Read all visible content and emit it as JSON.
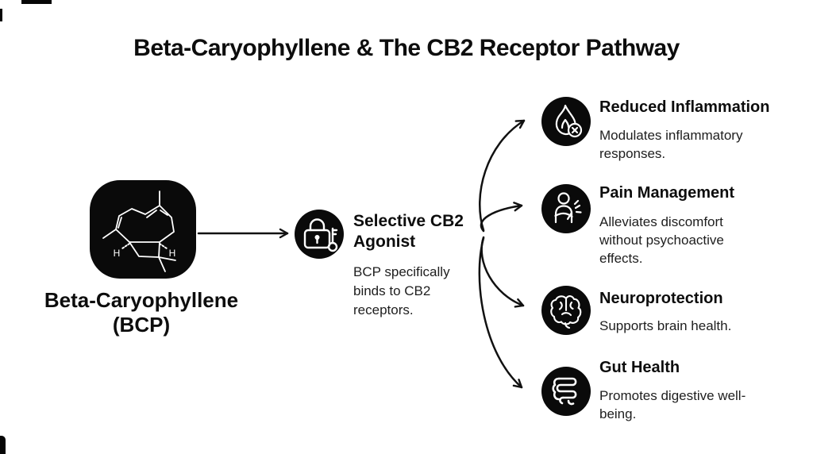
{
  "title": "Beta-Caryophyllene & The CB2 Receptor Pathway",
  "source_node": {
    "label_line1": "Beta-Caryophyllene",
    "label_line2": "(BCP)",
    "icon": "bcp-molecule-icon"
  },
  "center_node": {
    "heading": "Selective CB2 Agonist",
    "description": "BCP specifically binds to CB2 receptors.",
    "icon": "lock-and-key-icon"
  },
  "outcomes": [
    {
      "title": "Reduced Inflammation",
      "description": "Modulates inflammatory responses.",
      "icon": "flame-extinguish-icon"
    },
    {
      "title": "Pain Management",
      "description": "Alleviates discomfort without psychoactive effects.",
      "icon": "person-pain-icon"
    },
    {
      "title": "Neuroprotection",
      "description": "Supports brain health.",
      "icon": "brain-icon"
    },
    {
      "title": "Gut Health",
      "description": "Promotes digestive well-being.",
      "icon": "intestine-icon"
    }
  ],
  "colors": {
    "background": "#ffffff",
    "node_fill": "#0a0a0a",
    "glyph": "#ffffff",
    "text": "#111111",
    "arrow": "#111111"
  }
}
